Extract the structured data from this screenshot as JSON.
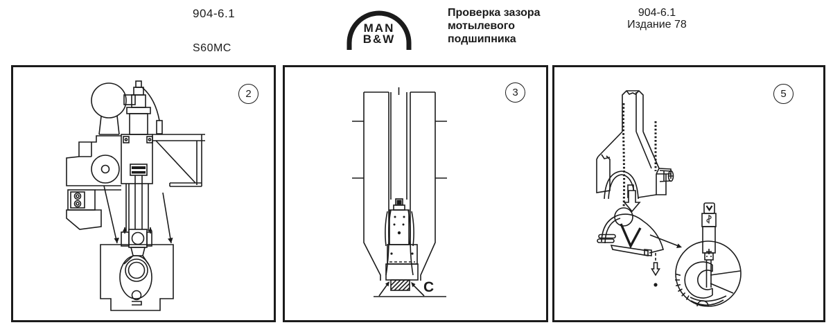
{
  "colors": {
    "ink": "#1b1b1b",
    "paper": "#ffffff"
  },
  "header": {
    "doc_number": "904-6.1",
    "engine_model": "S60MC",
    "logo": {
      "top": "MAN",
      "bottom": "B&W"
    },
    "title_lines": [
      "Проверка зазора",
      "мотылевого",
      "подшипника"
    ],
    "right": {
      "doc_number": "904-6.1",
      "edition": "Издание 78"
    }
  },
  "figures": [
    {
      "number": "2"
    },
    {
      "number": "3",
      "clearance_label": "C"
    },
    {
      "number": "5"
    }
  ]
}
